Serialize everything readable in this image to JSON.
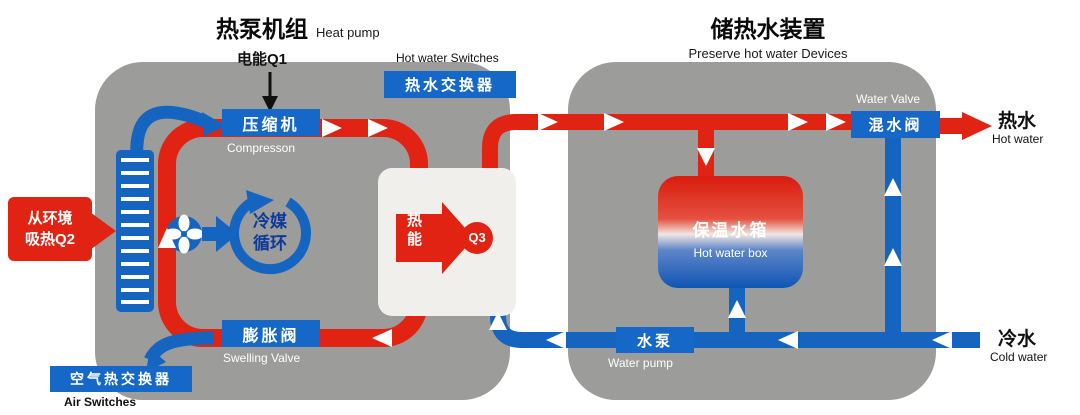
{
  "heat_pump": {
    "title": "热泵机组",
    "title_en": "Heat pump",
    "electric_input": "电能Q1",
    "compressor": "压缩机",
    "compressor_en": "Compresson",
    "expansion_valve": "膨胀阀",
    "expansion_valve_en": "Swelling Valve",
    "air_exchanger": "空气热交换器",
    "air_exchanger_en": "Air Switches",
    "env_heat_line1": "从环境",
    "env_heat_line2": "吸热Q2",
    "refrigerant_line1": "冷媒",
    "refrigerant_line2": "循环",
    "water_exchanger_en": "Hot water Switches",
    "water_exchanger": "热水交换器",
    "heat_energy": "热能",
    "q3": "Q3"
  },
  "storage": {
    "title": "储热水装置",
    "title_en": "Preserve hot water Devices",
    "tank": "保温水箱",
    "tank_en": "Hot water box",
    "pump": "水泵",
    "pump_en": "Water pump",
    "mixing_valve": "混水阀",
    "mixing_valve_en": "Water Valve",
    "hot_water": "热水",
    "hot_water_en": "Hot water",
    "cold_water": "冷水",
    "cold_water_en": "Cold water"
  },
  "colors": {
    "pipe_red": "#e02313",
    "pipe_blue": "#1565c0",
    "panel_gray": "#9c9c9a",
    "label_blue": "#1668c8"
  }
}
